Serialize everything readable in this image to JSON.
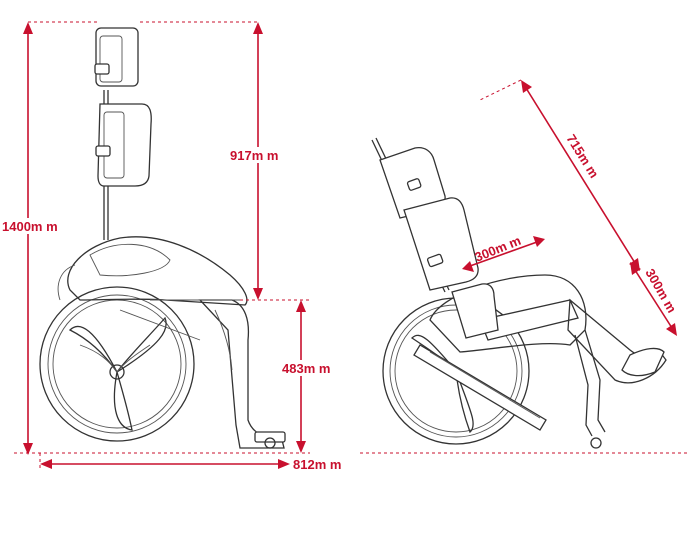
{
  "colors": {
    "dimension": "#c8102e",
    "outline": "#333333",
    "background": "#ffffff"
  },
  "dimensions": {
    "overall_height": "1400m m",
    "backrest_height": "917m m",
    "seat_height": "483m m",
    "overall_length": "812m m",
    "tilted_length": "715m m",
    "seat_width": "300m m",
    "footrest_length": "300m m"
  }
}
